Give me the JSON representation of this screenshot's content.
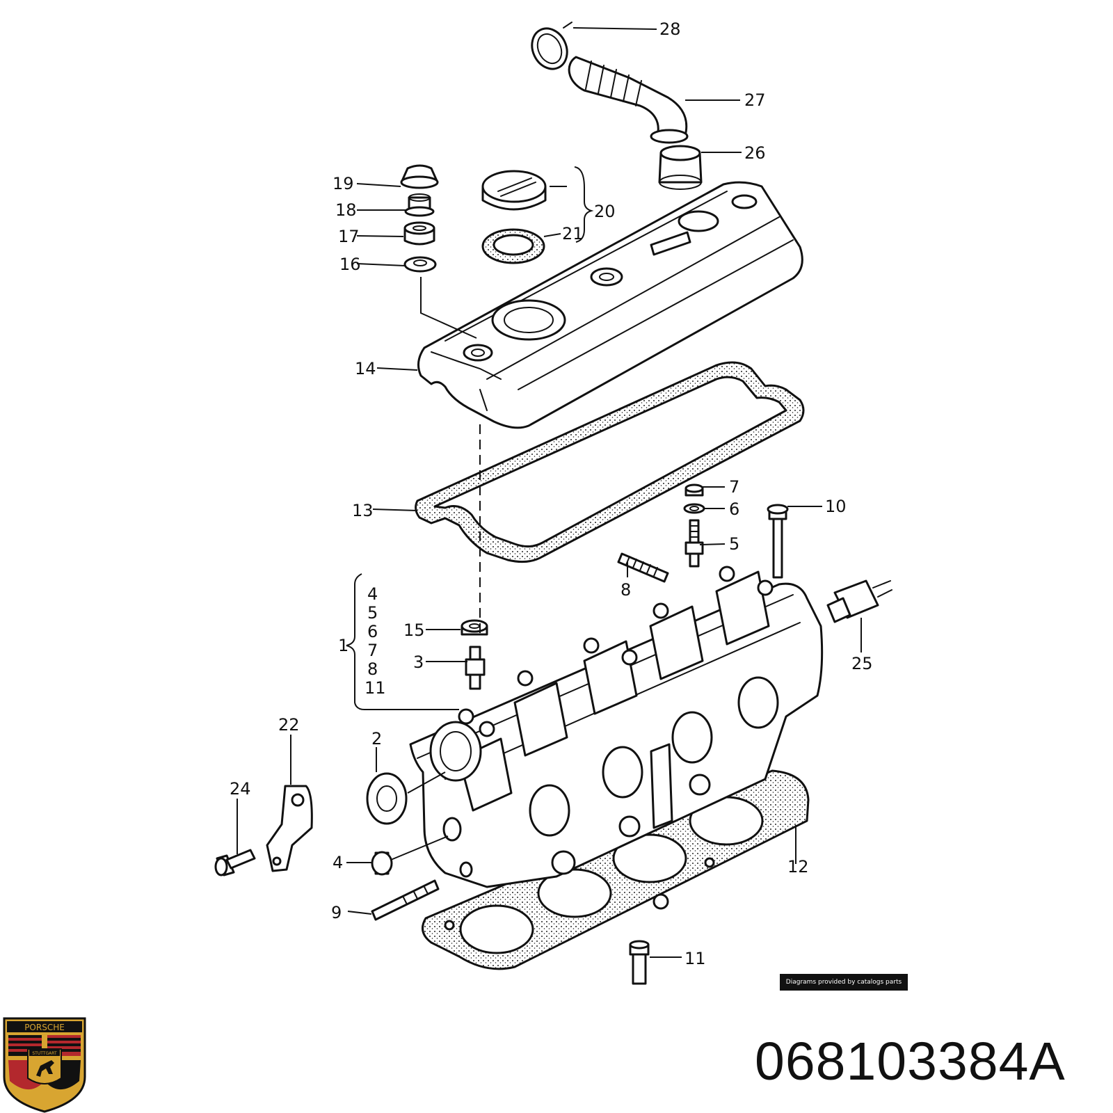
{
  "diagram": {
    "callouts": {
      "c1": "1",
      "c2": "2",
      "c3": "3",
      "c4": "4",
      "c9": "9",
      "c10": "10",
      "c11": "11",
      "c12": "12",
      "c13": "13",
      "c14": "14",
      "c15": "15",
      "c16": "16",
      "c17": "17",
      "c18": "18",
      "c19": "19",
      "c20": "20",
      "c21": "21",
      "c22": "22",
      "c24": "24",
      "c25": "25",
      "c26": "26",
      "c27": "27",
      "c28": "28",
      "c5": "5",
      "c6": "6",
      "c7": "7",
      "c8": "8",
      "c11b": "11"
    },
    "group1_items": [
      "4",
      "5",
      "6",
      "7",
      "8",
      "11"
    ]
  },
  "credit": "Diagrams provided by catalogs parts",
  "part_number": "068103384A",
  "logo": {
    "text": "PORSCHE",
    "subtext": "STUTTGART",
    "colors": {
      "gold": "#d8a531",
      "red": "#b3282d",
      "black": "#111111"
    }
  }
}
